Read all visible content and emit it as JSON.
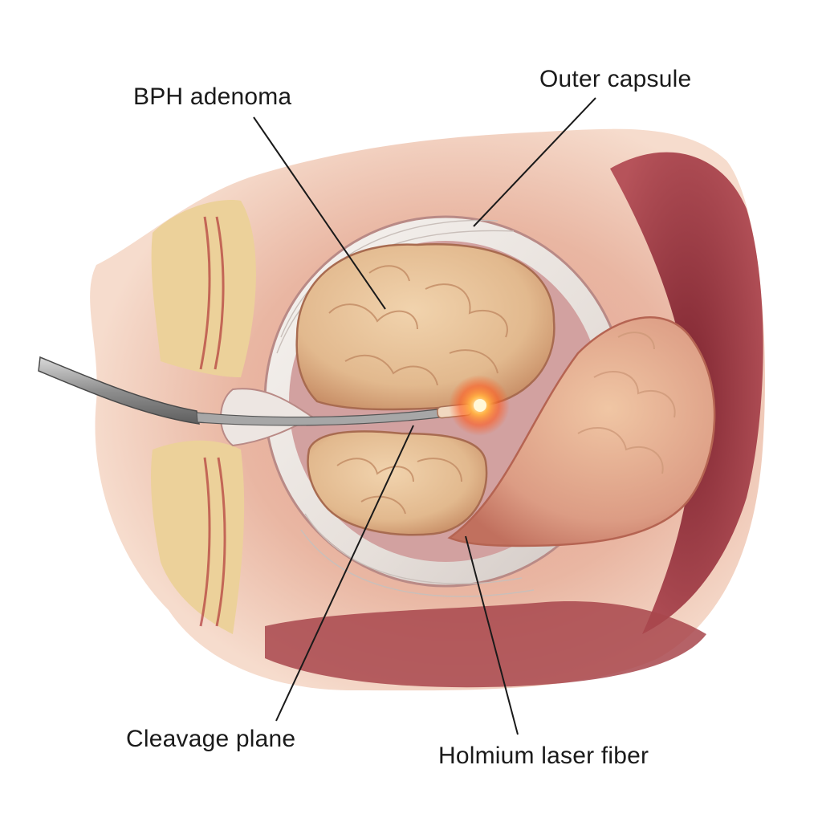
{
  "labels": {
    "bph_adenoma": "BPH adenoma",
    "outer_capsule": "Outer capsule",
    "cleavage_plane": "Cleavage plane",
    "holmium_laser_fiber": "Holmium laser fiber"
  },
  "colors": {
    "background": "#ffffff",
    "label_text": "#1a1a1a",
    "leader_line": "#1a1a1a",
    "outer_tissue": "#e9b6a2",
    "deep_tissue": "#9c3a3f",
    "adenoma": "#e2b98e",
    "capsule": "#eeeae6",
    "fat_layer": "#ecd19a",
    "fiber_metal": "#9a9a9a",
    "laser_glow": "#ff5a1f"
  },
  "icons": {
    "laser_tip": "laser-glow-icon"
  }
}
